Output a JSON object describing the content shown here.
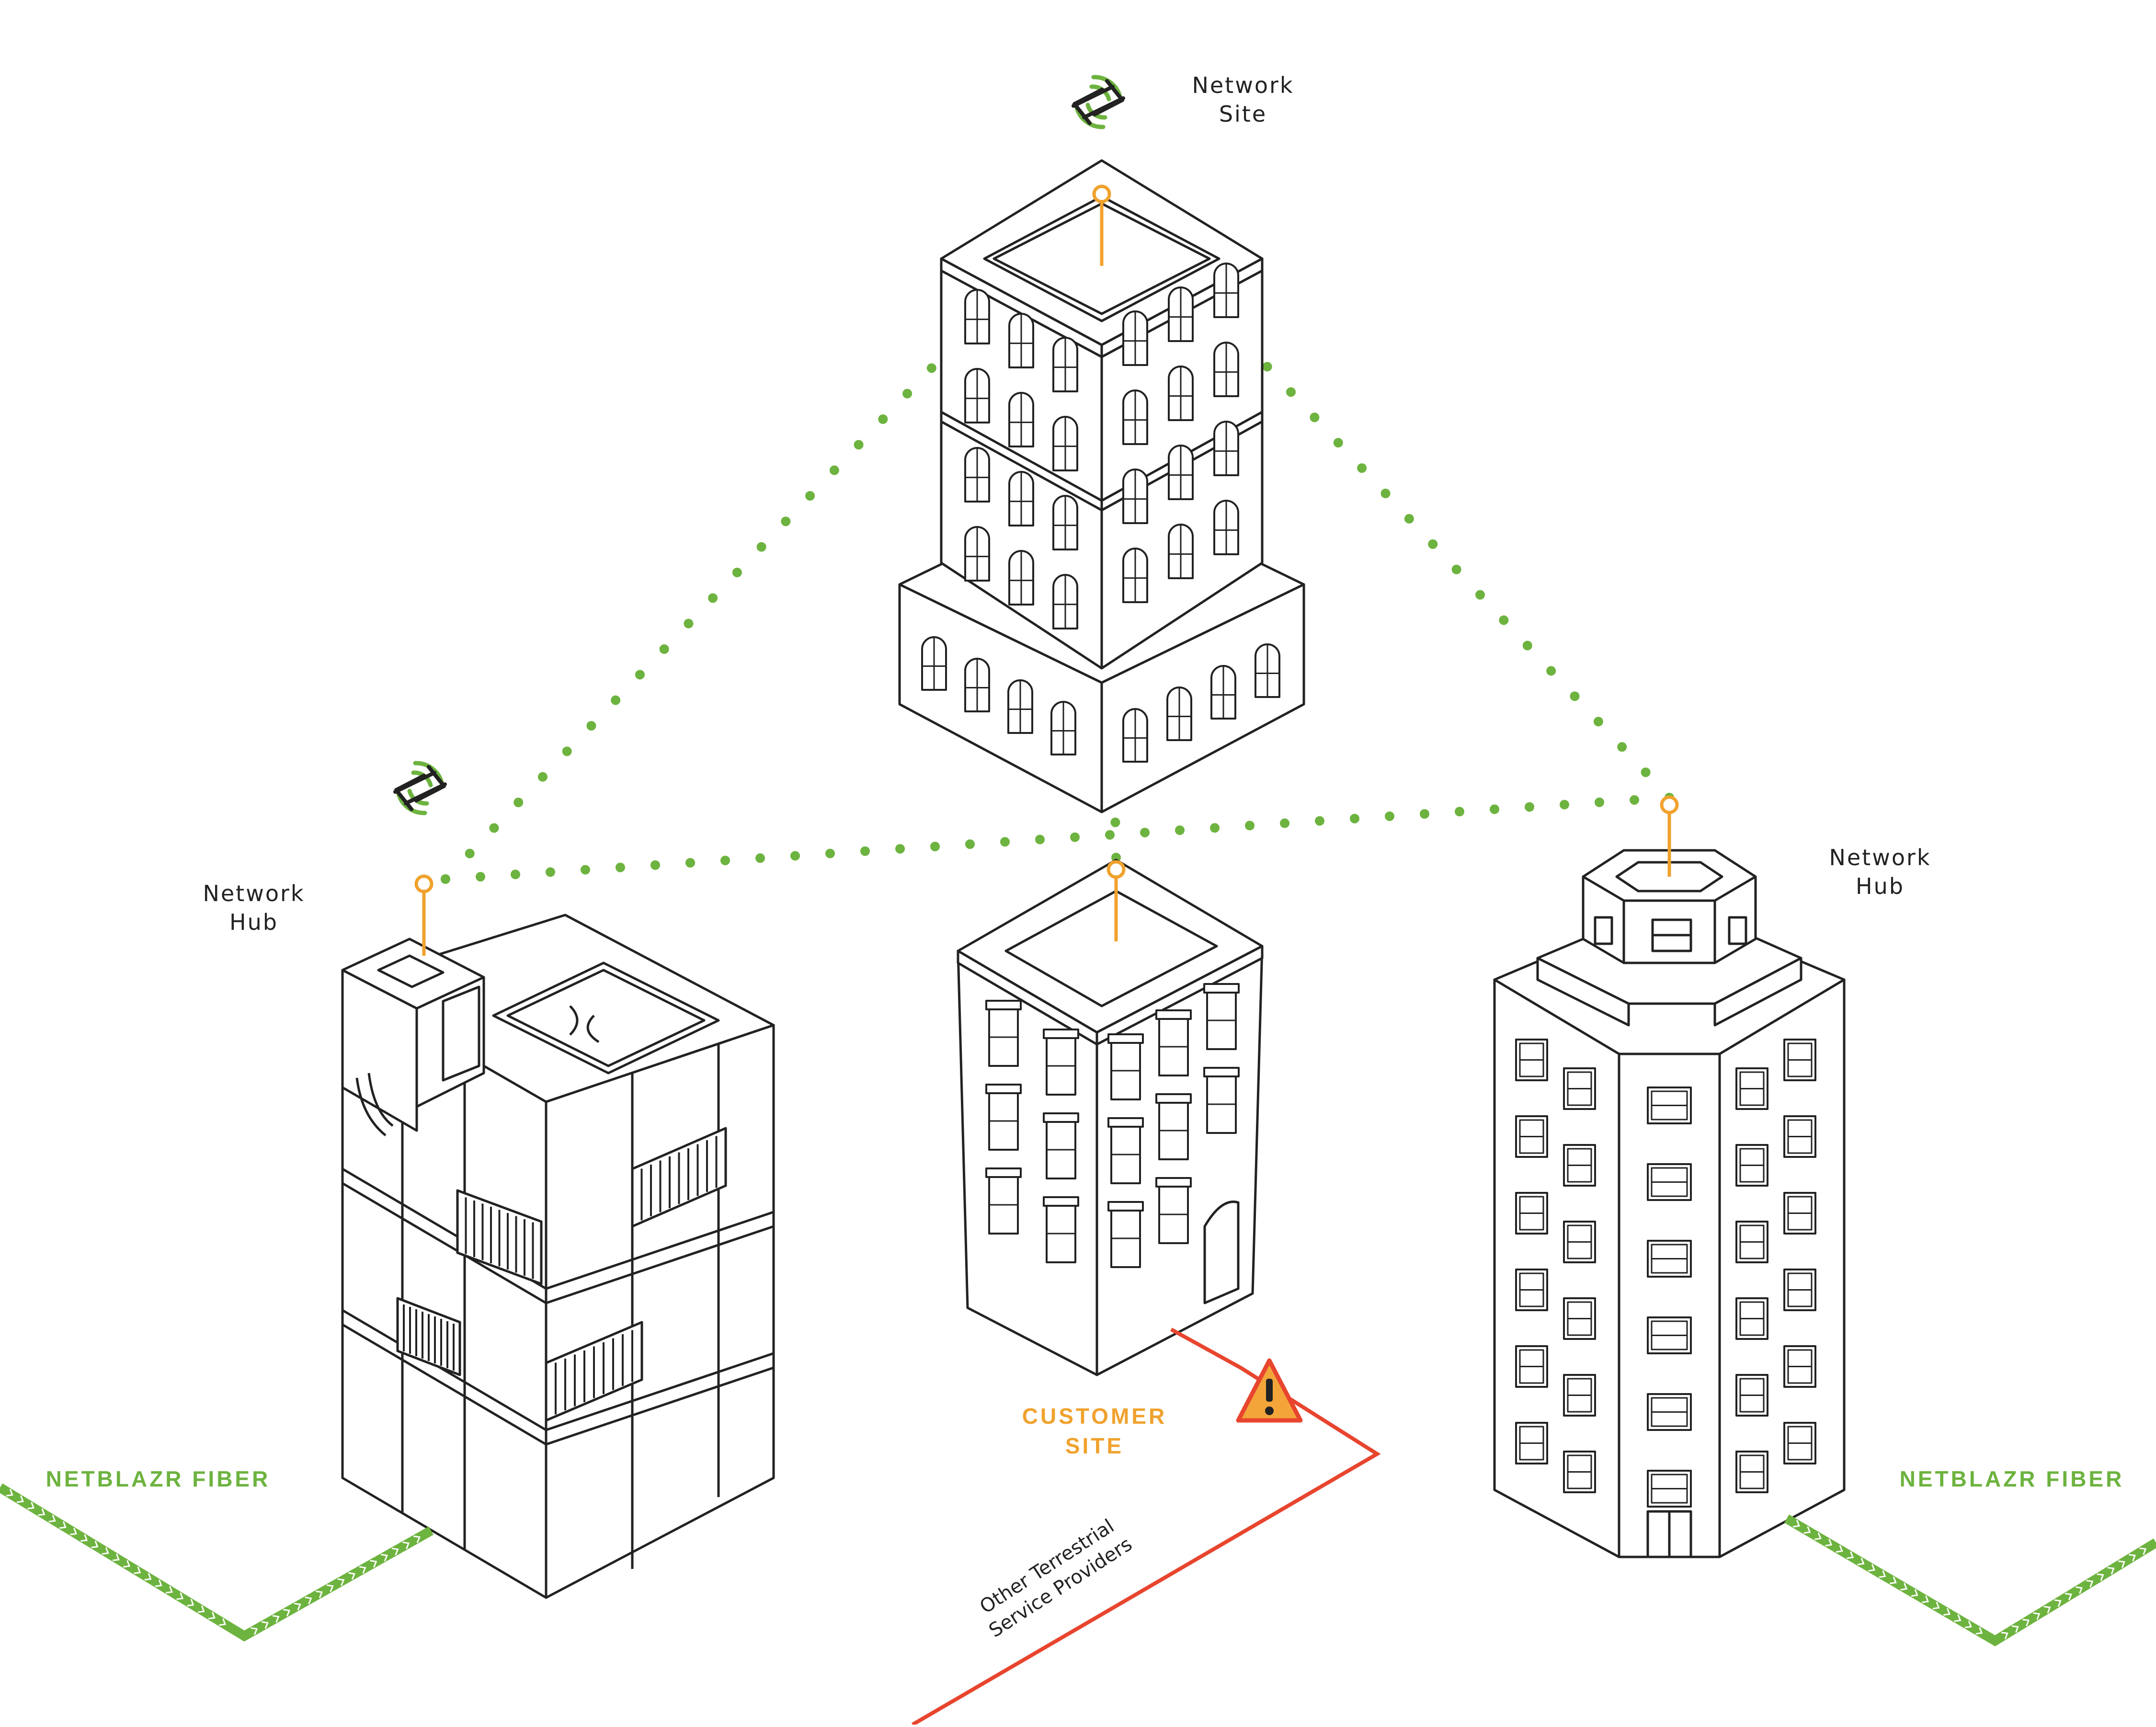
{
  "labels": {
    "network_site": "Network\nSite",
    "network_hub_left": "Network\nHub",
    "network_hub_right": "Network\nHub",
    "fiber_left": "NETBLAZR FIBER",
    "fiber_right": "NETBLAZR FIBER",
    "customer_site": "CUSTOMER\nSITE",
    "other_providers": "Other Terrestrial\nService Providers"
  },
  "colors": {
    "ink": "#222222",
    "green": "#6db33f",
    "orange": "#f0a22e",
    "red": "#e8452f",
    "warning_fill": "#f3a53a"
  },
  "icons": {
    "signal": "wireless-signal-icon",
    "warning": "warning-triangle-icon"
  }
}
